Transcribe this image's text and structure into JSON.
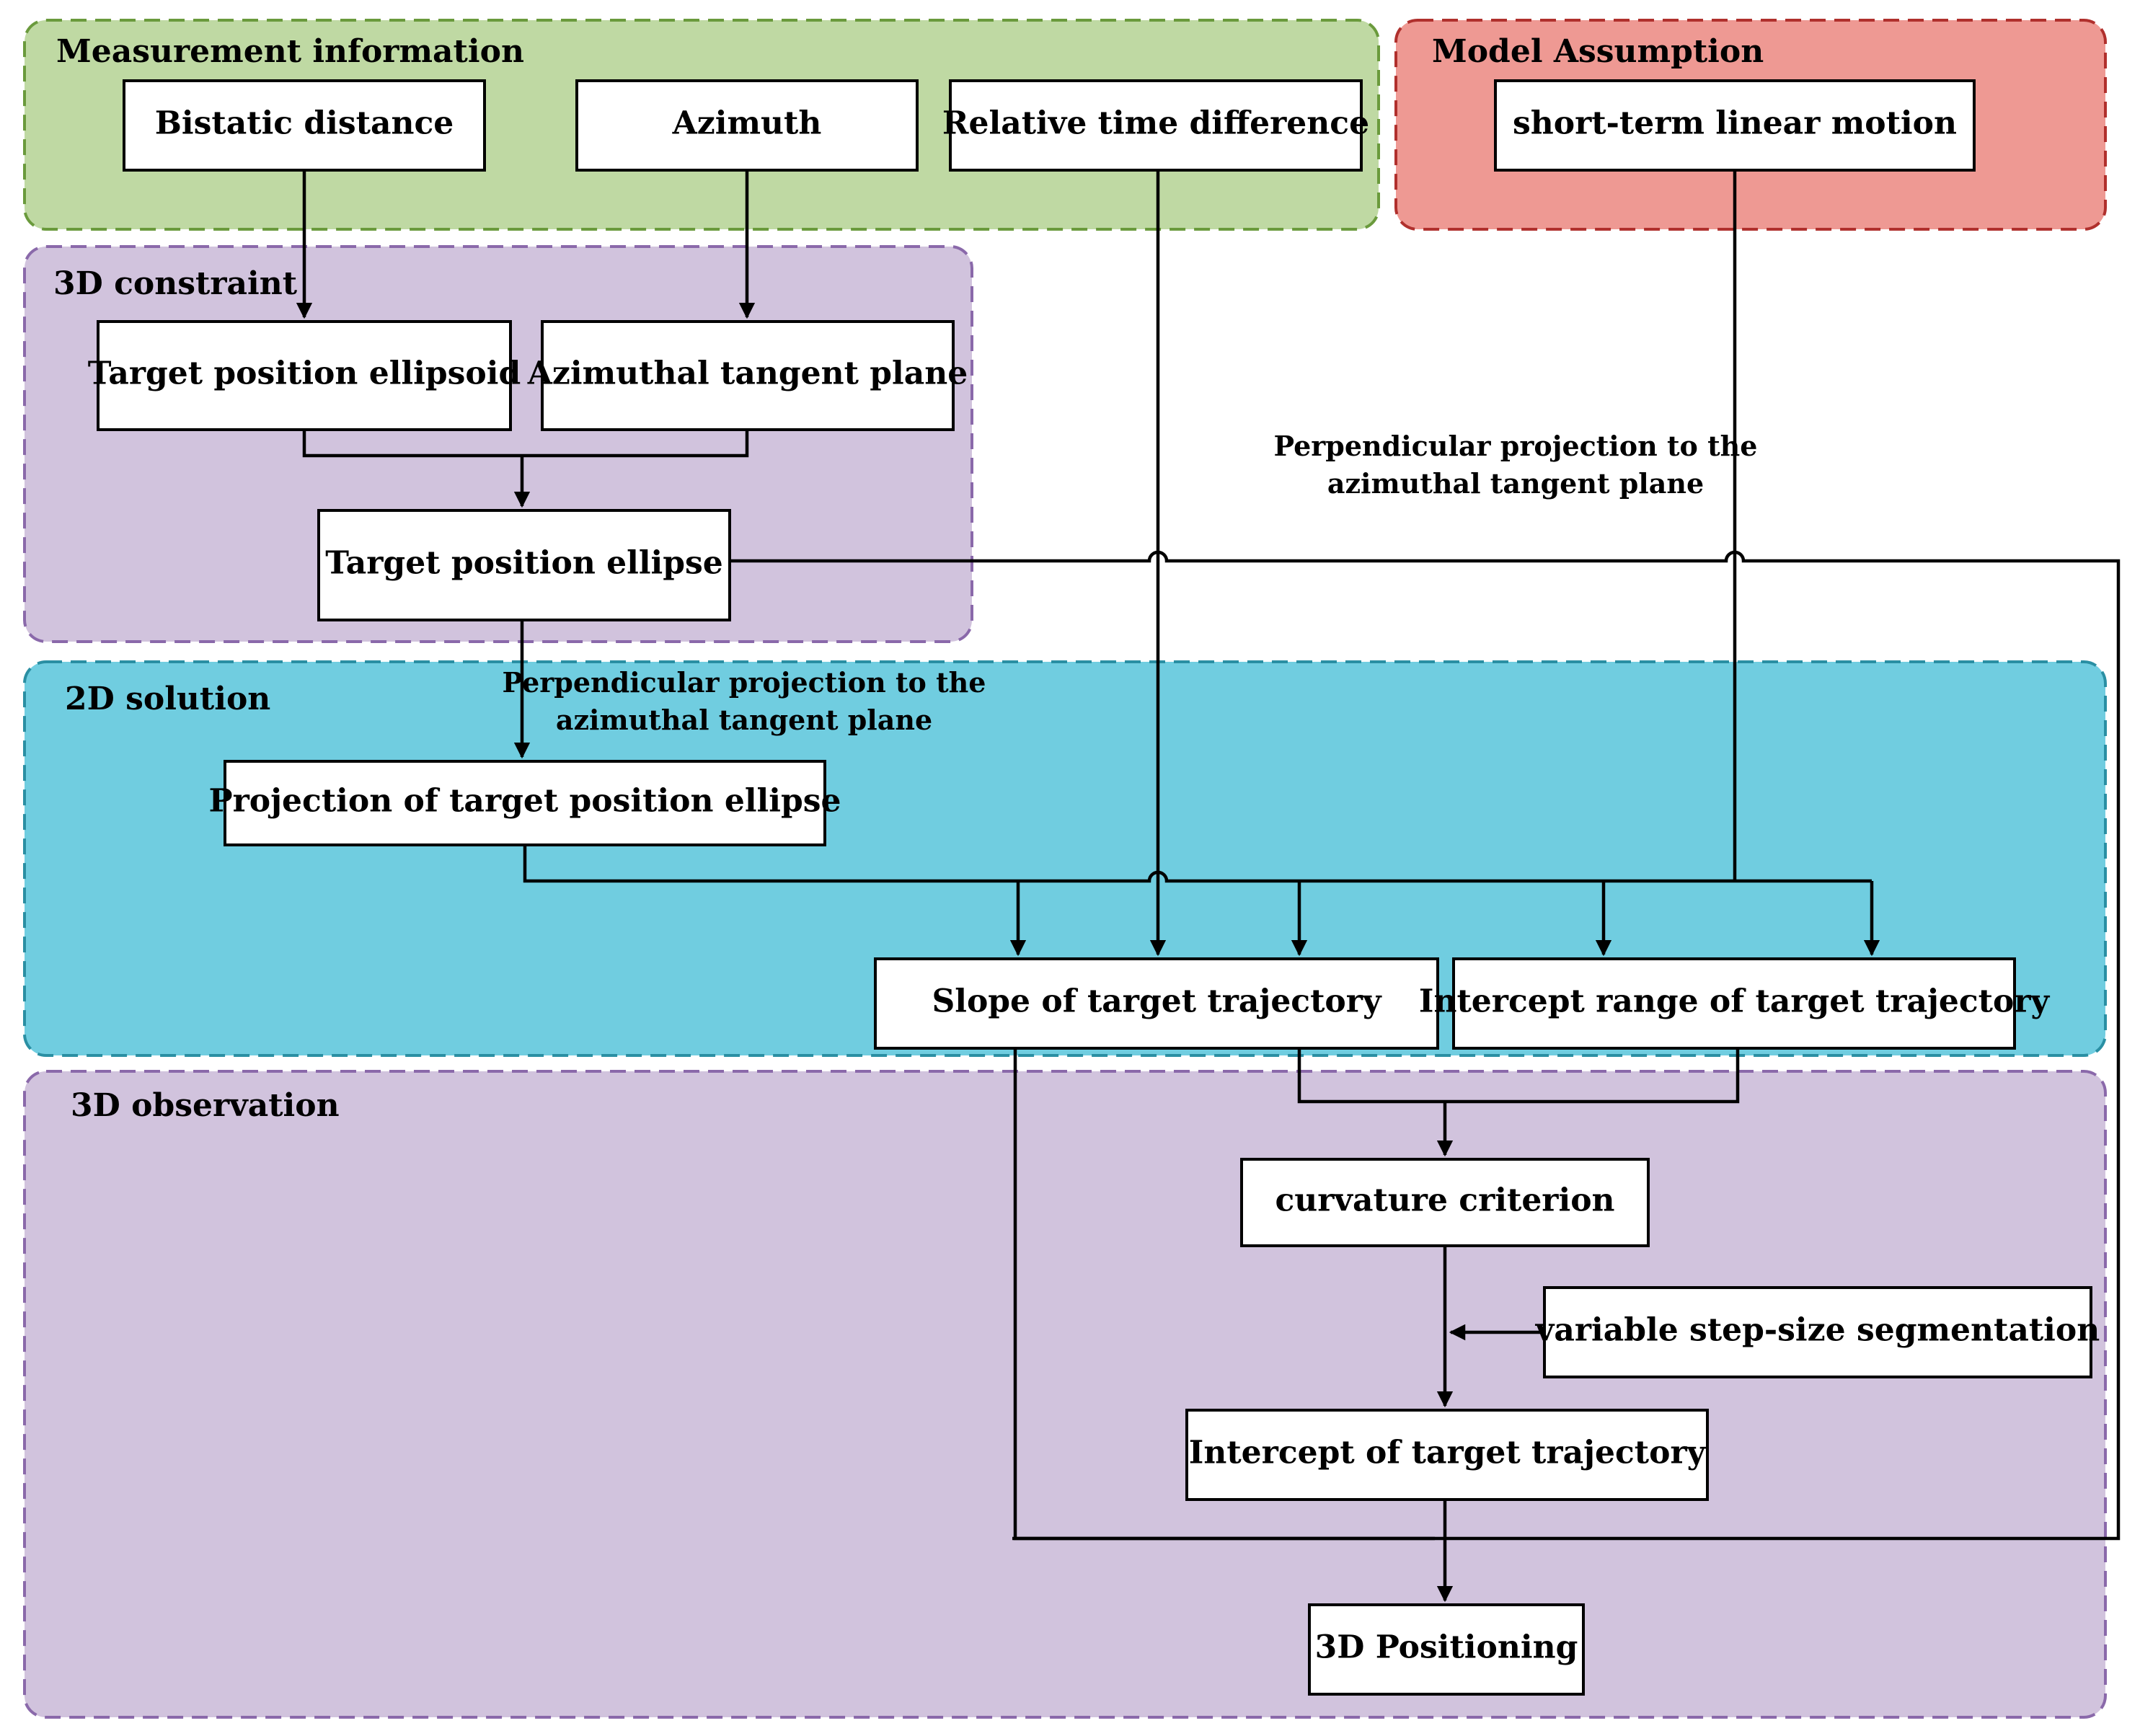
{
  "groups": {
    "measurement": {
      "label": "Measurement information",
      "fill": "#bfd9a3",
      "stroke": "#6a9a3c"
    },
    "model": {
      "label": "Model Assumption",
      "fill": "#ee9993",
      "stroke": "#b0302d"
    },
    "constraint3d": {
      "label": "3D constraint",
      "fill": "#d1c3dd",
      "stroke": "#8a69aa"
    },
    "solution2d": {
      "label": "2D solution",
      "fill": "#70cde0",
      "stroke": "#2a8fa3"
    },
    "observation3d": {
      "label": "3D observation",
      "fill": "#d1c3dd",
      "stroke": "#8a69aa"
    }
  },
  "boxes": {
    "bistatic": "Bistatic distance",
    "azimuth": "Azimuth",
    "reltime": "Relative time difference",
    "linear": "short-term linear motion",
    "ellipsoid": "Target position ellipsoid",
    "tangent": "Azimuthal tangent plane",
    "ellipse": "Target position ellipse",
    "projection": "Projection of target position ellipse",
    "slope": "Slope of target trajectory",
    "interceptRange": "Intercept range of target trajectory",
    "curvature": "curvature criterion",
    "segmentation": "variable step-size segmentation",
    "intercept": "Intercept of target trajectory",
    "positioning": "3D Positioning"
  },
  "notes": {
    "upper": [
      "Perpendicular projection to the",
      "azimuthal tangent plane"
    ],
    "lower": [
      "Perpendicular projection to the",
      "azimuthal tangent plane"
    ]
  }
}
